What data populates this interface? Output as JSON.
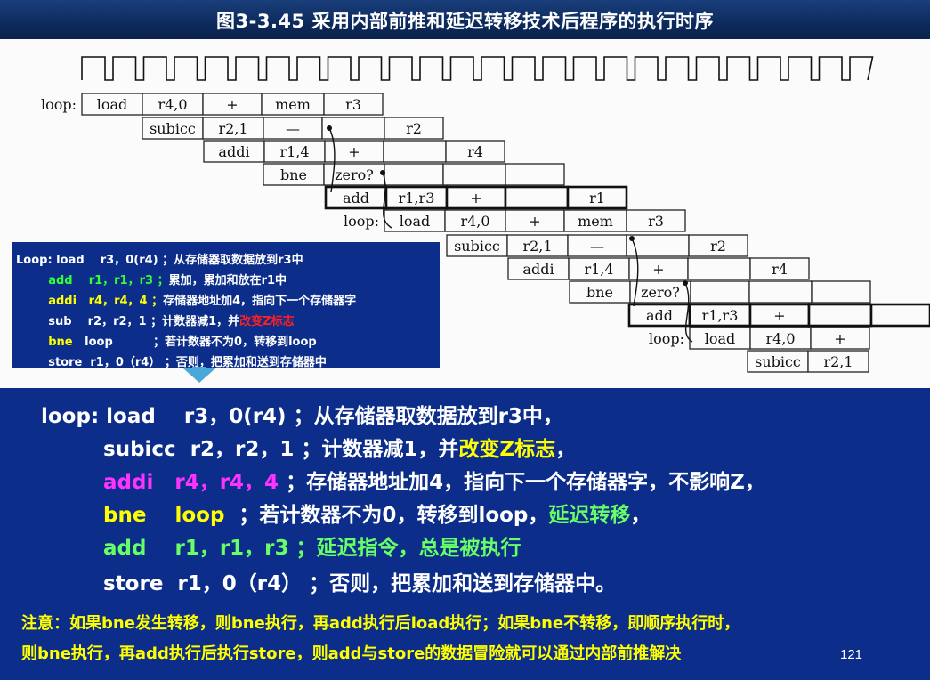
{
  "title": "图3-3.45  采用内部前推和延迟转移技术后程序的执行时序",
  "pipeline": {
    "rows": [
      {
        "label": "loop:",
        "cells": [
          "load",
          "r4,0",
          "+",
          "mem",
          "r3"
        ]
      },
      {
        "label": "",
        "cells": [
          "subicc",
          "r2,1",
          "—",
          "",
          "r2"
        ]
      },
      {
        "label": "",
        "cells": [
          "addi",
          "r1,4",
          "+",
          "",
          "r4"
        ]
      },
      {
        "label": "",
        "cells": [
          "bne",
          "zero?",
          "",
          "",
          ""
        ]
      },
      {
        "label": "",
        "cells": [
          "add",
          "r1,r3",
          "+",
          "",
          "r1"
        ]
      },
      {
        "label": "loop:",
        "cells": [
          "load",
          "r4,0",
          "+",
          "mem",
          "r3"
        ]
      },
      {
        "label": "",
        "cells": [
          "subicc",
          "r2,1",
          "—",
          "",
          "r2"
        ]
      },
      {
        "label": "",
        "cells": [
          "addi",
          "r1,4",
          "+",
          "",
          "r4"
        ]
      },
      {
        "label": "",
        "cells": [
          "bne",
          "zero?",
          "",
          "",
          ""
        ]
      },
      {
        "label": "",
        "cells": [
          "add",
          "r1,r3",
          "+",
          "",
          ""
        ]
      },
      {
        "label": "loop:",
        "cells": [
          "load",
          "r4,0",
          "+"
        ]
      },
      {
        "label": "",
        "cells": [
          "subicc",
          "r2,1"
        ]
      }
    ]
  },
  "callout": {
    "lines": [
      {
        "parts": [
          {
            "t": "Loop: load    r3，0(r4) ；从存储器取数据放到r3中",
            "c": "w"
          }
        ]
      },
      {
        "parts": [
          {
            "t": "        add    r1，r1，r3 ；",
            "c": "g"
          },
          {
            "t": "累加，累加和放在r1中",
            "c": "w"
          }
        ]
      },
      {
        "parts": [
          {
            "t": "        addi   r4，r4，4 ；",
            "c": "y"
          },
          {
            "t": "存储器地址加4，指向下一个存储器字",
            "c": "w"
          }
        ]
      },
      {
        "parts": [
          {
            "t": "        sub    r2，r2，1 ；计数器减1，并",
            "c": "w"
          },
          {
            "t": "改变Z标志",
            "c": "r"
          }
        ]
      },
      {
        "parts": [
          {
            "t": "        bne",
            "c": "y"
          },
          {
            "t": "   loop          ；若计数器不为0，转移到loop",
            "c": "w"
          }
        ]
      },
      {
        "parts": [
          {
            "t": "        store  r1，0（r4） ；否则，把累加和送到存储器中",
            "c": "w"
          }
        ]
      }
    ]
  },
  "main": {
    "lines": [
      {
        "parts": [
          {
            "t": "loop: load    r3，0(r4) ；从存储器取数据放到r3中，",
            "c": "w"
          }
        ]
      },
      {
        "parts": [
          {
            "t": "subicc  r2，r2，1 ；计数器减1，并",
            "c": "w"
          },
          {
            "t": "改变Z标志",
            "c": "y"
          },
          {
            "t": "，",
            "c": "w"
          }
        ]
      },
      {
        "parts": [
          {
            "t": "addi   r4，r4，4 ",
            "c": "m"
          },
          {
            "t": "；存储器地址加4，指向下一个存储器字，不影响Z，",
            "c": "w"
          }
        ]
      },
      {
        "parts": [
          {
            "t": "bne    loop",
            "c": "y"
          },
          {
            "t": "  ；若计数器不为0，转移到loop，",
            "c": "w"
          },
          {
            "t": "延迟转移",
            "c": "lg"
          },
          {
            "t": "，",
            "c": "w"
          }
        ]
      },
      {
        "parts": [
          {
            "t": "add    r1，r1，r3 ；延迟指令，总是被执行",
            "c": "lg"
          }
        ]
      },
      {
        "parts": [
          {
            "t": "store  r1，0（r4） ；否则，把累加和送到存储器中。",
            "c": "w"
          }
        ]
      }
    ],
    "note_lines": [
      "注意：如果bne发生转移，则bne执行，再add执行后load执行；如果bne不转移，即顺序执行时，",
      "则bne执行，再add执行后执行store，则add与store的数据冒险就可以通过内部前推解决"
    ],
    "page_number": "121"
  }
}
